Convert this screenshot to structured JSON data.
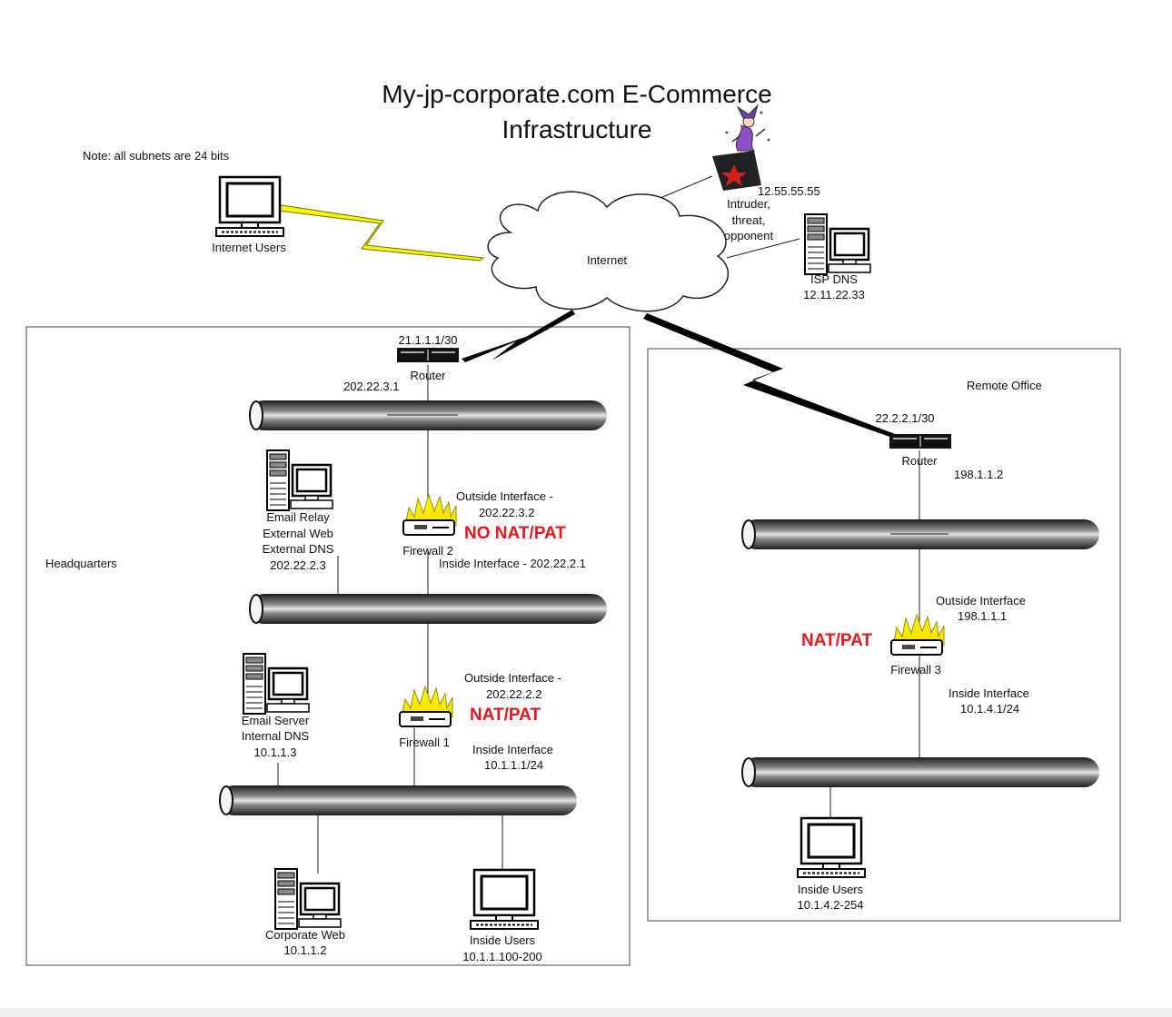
{
  "title": {
    "line1": "My-jp-corporate.com E-Commerce",
    "line2": "Infrastructure"
  },
  "note": "Note: all subnets are 24 bits",
  "internet": "Internet",
  "internet_users": "Internet Users",
  "intruder": {
    "ip": "12.55.55.55",
    "line1": "Intruder,",
    "line2": "threat,",
    "line3": "opponent"
  },
  "isp_dns": {
    "name": "ISP DNS",
    "ip": "12.11.22.33"
  },
  "hq": {
    "label": "Headquarters",
    "router": {
      "wan_ip": "21.1.1.1/30",
      "name": "Router",
      "lan_ip": "202.22.3.1"
    },
    "firewall2": {
      "name": "Firewall 2",
      "outside_1": "Outside Interface -",
      "outside_2": "202.22.3.2",
      "mode": "NO NAT/PAT",
      "inside": "Inside Interface - 202.22.2.1"
    },
    "email_relay": {
      "line1": "Email Relay",
      "line2": "External Web",
      "line3": "External DNS",
      "ip": "202.22.2.3"
    },
    "firewall1": {
      "name": "Firewall 1",
      "outside_1": "Outside Interface -",
      "outside_2": "202.22.2.2",
      "mode": "NAT/PAT",
      "inside_1": "Inside Interface",
      "inside_2": "10.1.1.1/24"
    },
    "email_server": {
      "line1": "Email Server",
      "line2": "Internal DNS",
      "ip": "10.1.1.3"
    },
    "corporate_web": {
      "name": "Corporate  Web",
      "ip": "10.1.1.2"
    },
    "inside_users": {
      "name": "Inside Users",
      "ip": "10.1.1.100-200"
    }
  },
  "remote": {
    "label": "Remote Office",
    "router": {
      "wan_ip": "22.2.2.1/30",
      "name": "Router",
      "lan_ip": "198.1.1.2"
    },
    "firewall3": {
      "name": "Firewall 3",
      "outside_1": "Outside Interface",
      "outside_2": "198.1.1.1",
      "mode": "NAT/PAT",
      "inside_1": "Inside Interface",
      "inside_2": "10.1.4.1/24"
    },
    "inside_users": {
      "name": "Inside Users",
      "ip": "10.1.4.2-254"
    }
  }
}
